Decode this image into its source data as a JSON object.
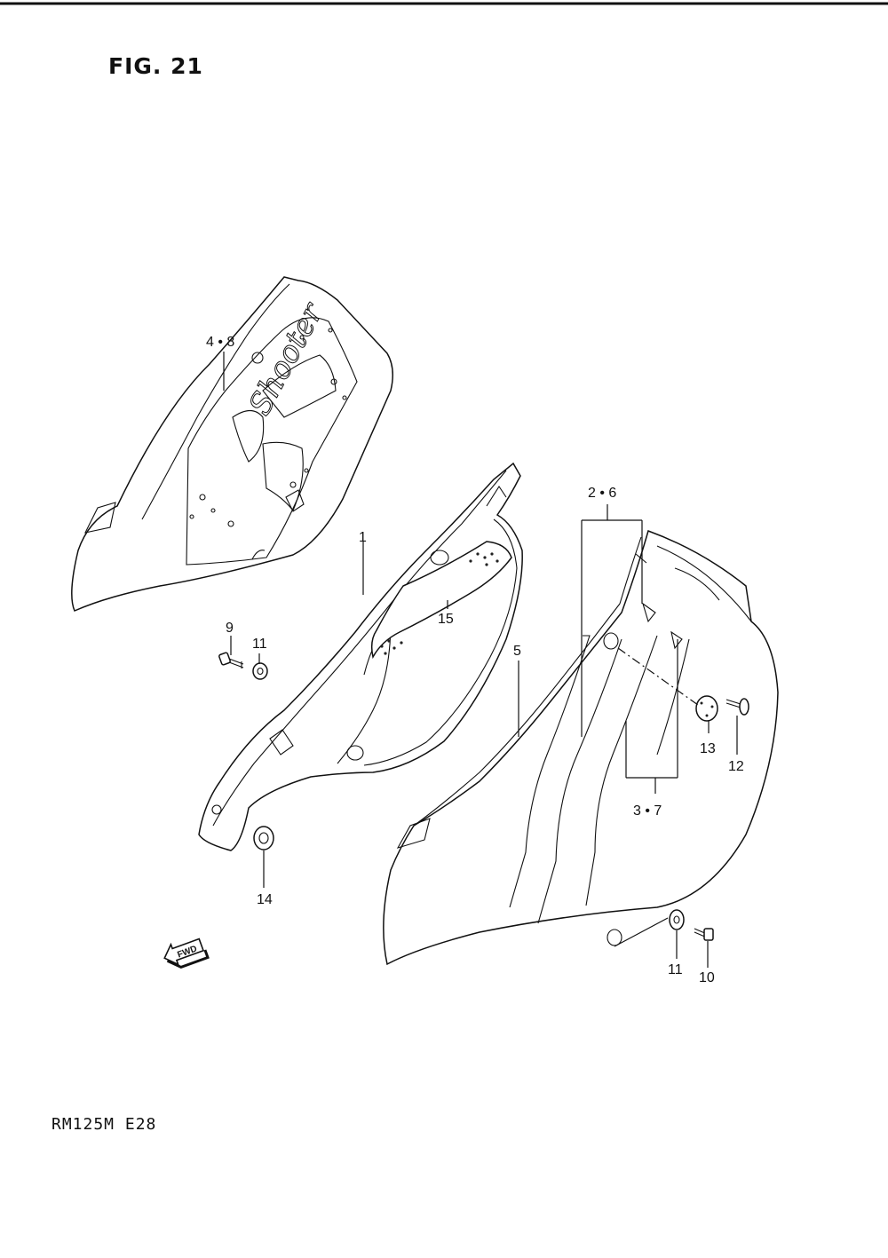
{
  "figure": {
    "title": "FIG. 21",
    "model_code": "RM125M E28"
  },
  "callouts": {
    "c4_8": "4 • 8",
    "c1": "1",
    "c15": "15",
    "c9": "9",
    "c11_left": "11",
    "c14": "14",
    "c2_6": "2 • 6",
    "c5": "5",
    "c13": "13",
    "c12": "12",
    "c3_7": "3 • 7",
    "c11_right": "11",
    "c10": "10"
  },
  "arrow": {
    "label": "FWD"
  }
}
